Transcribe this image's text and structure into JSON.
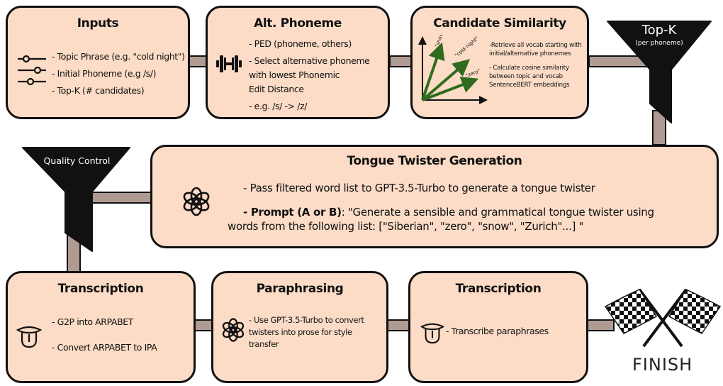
{
  "inputs": {
    "title": "Inputs",
    "items": [
      "- Topic Phrase (e.g. \"cold night\")",
      "- Initial Phoneme (e.g /s/)",
      "- Top-K (# candidates)"
    ],
    "icon": "sliders-icon"
  },
  "alt_phoneme": {
    "title": "Alt. Phoneme",
    "lines": [
      "- PED (phoneme, others)",
      "- Select alternative phoneme",
      "with lowest Phonemic",
      "Edit Distance",
      "- e.g. /s/ -> /z/"
    ],
    "icon": "dumbbell-icon"
  },
  "candidate_similarity": {
    "title": "Candidate Similarity",
    "vector_labels": [
      "\"snow\"",
      "\"cold night\"",
      "\"zero\""
    ],
    "lines": [
      "-Retrieve all vocab starting with",
      "initial/alternative phonemes",
      "- Calculate cosine similarity",
      "between topic and vocab",
      "SentenceBERT embeddings"
    ],
    "icon": "vector-plot-icon"
  },
  "topk_funnel": {
    "label": "Top-K",
    "sublabel": "(per phoneme)"
  },
  "generation": {
    "title": "Tongue Twister Generation",
    "line1": "- Pass filtered word list to GPT-3.5-Turbo to generate a tongue twister",
    "prompt_label": "- Prompt (A or B)",
    "prompt_text": ": \"Generate a sensible and grammatical tongue twister using",
    "prompt_text2": "words from the following list: [\"Siberian\", \"zero\", \"snow\", \"Zurich\"...] \"",
    "icon": "openai-logo-icon"
  },
  "qc_funnel": {
    "label": "Quality Control"
  },
  "transcription1": {
    "title": "Transcription",
    "items": [
      "- G2P into ARPABET",
      "- Convert ARPABET to IPA"
    ],
    "icon": "tongue-icon"
  },
  "paraphrasing": {
    "title": "Paraphrasing",
    "lines": [
      "- Use GPT-3.5-Turbo to convert",
      "twisters into prose for style",
      "transfer"
    ],
    "icon": "openai-logo-icon"
  },
  "transcription2": {
    "title": "Transcription",
    "line": "- Transcribe paraphrases",
    "icon": "tongue-icon"
  },
  "finish": {
    "label": "FINISH",
    "icon": "checkered-flags-icon"
  },
  "colors": {
    "box_fill": "#fcdcc6",
    "connector": "#b09b93",
    "outline": "#111111",
    "arrow_green": "#2f6b1f"
  }
}
